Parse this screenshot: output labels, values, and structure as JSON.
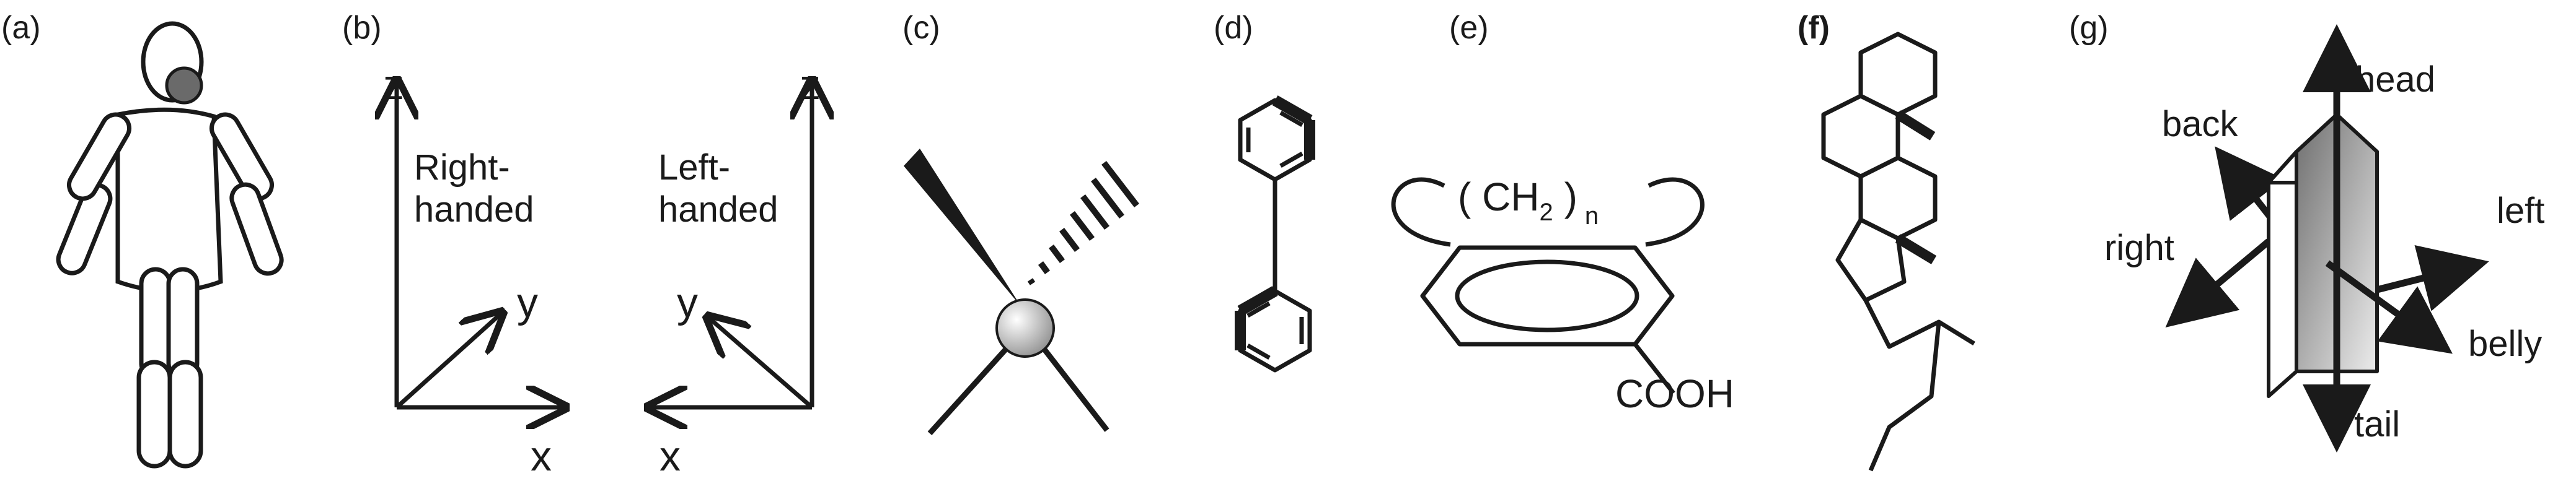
{
  "panels": {
    "a": {
      "label": "(a)"
    },
    "b": {
      "label": "(b)",
      "right": {
        "z": "z",
        "y": "y",
        "x": "x",
        "caption_1": "Right-",
        "caption_2": "handed"
      },
      "left": {
        "z": "z",
        "y": "y",
        "x": "x",
        "caption_1": "Left-",
        "caption_2": "handed"
      }
    },
    "c": {
      "label": "(c)"
    },
    "d": {
      "label": "(d)"
    },
    "e": {
      "label": "(e)",
      "chain_open": "( CH",
      "chain_sub": "2",
      "chain_close": " )",
      "chain_n": "n",
      "acid": "COOH"
    },
    "f": {
      "label": "(f)"
    },
    "g": {
      "label": "(g)",
      "head": "head",
      "back": "back",
      "left": "left",
      "right": "right",
      "belly": "belly",
      "tail": "tail"
    }
  },
  "colors": {
    "ink": "#1a1a1a",
    "paper": "#ffffff",
    "head_shade": "#6a6a6a",
    "sphere_dark": "#8c8c8c",
    "block_front": "#8f8f8f"
  }
}
